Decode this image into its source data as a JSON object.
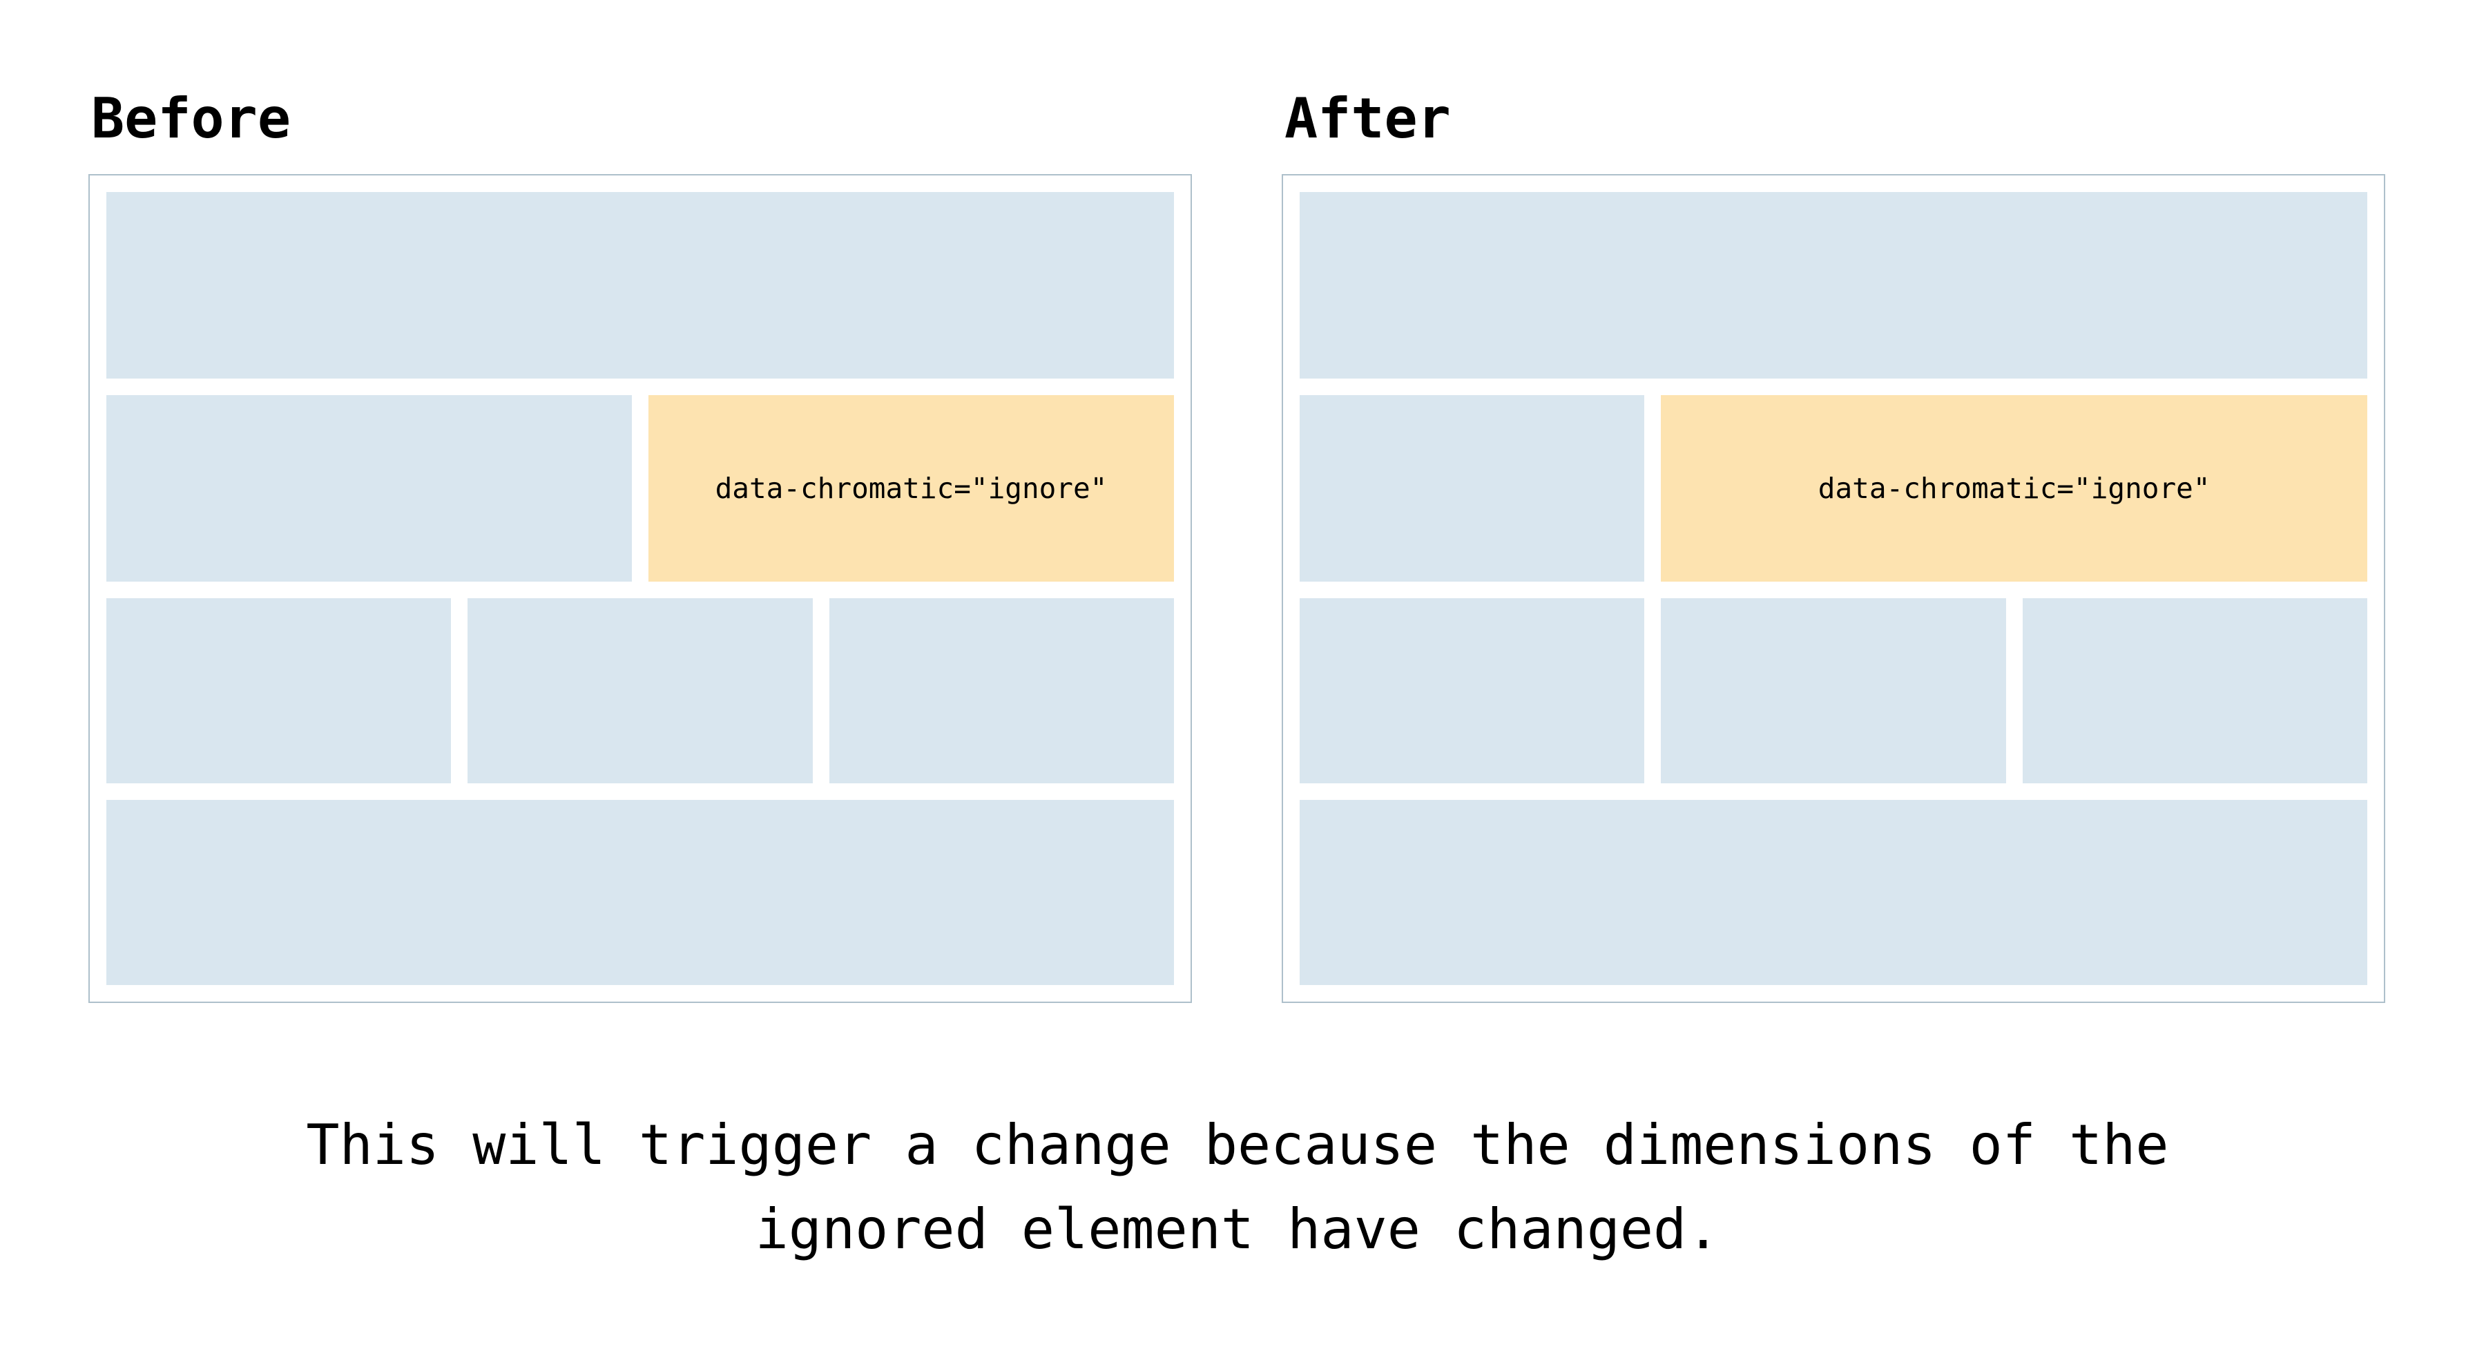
{
  "figure": {
    "type": "before-after-comparison-diagram",
    "background": "#ffffff"
  },
  "colors": {
    "wireframe_box_fill": "#d9e6ef",
    "ignored_box_fill": "#fde3b0",
    "panel_border": "#aec0cb",
    "text": "#000000"
  },
  "panels": [
    {
      "id": "before",
      "title": "Before",
      "ignore_label": "data-chromatic=\"ignore\""
    },
    {
      "id": "after",
      "title": "After",
      "ignore_label": "data-chromatic=\"ignore\""
    }
  ],
  "caption": {
    "line1": "This will trigger a change because the dimensions of the",
    "line2": "ignored element have changed."
  }
}
